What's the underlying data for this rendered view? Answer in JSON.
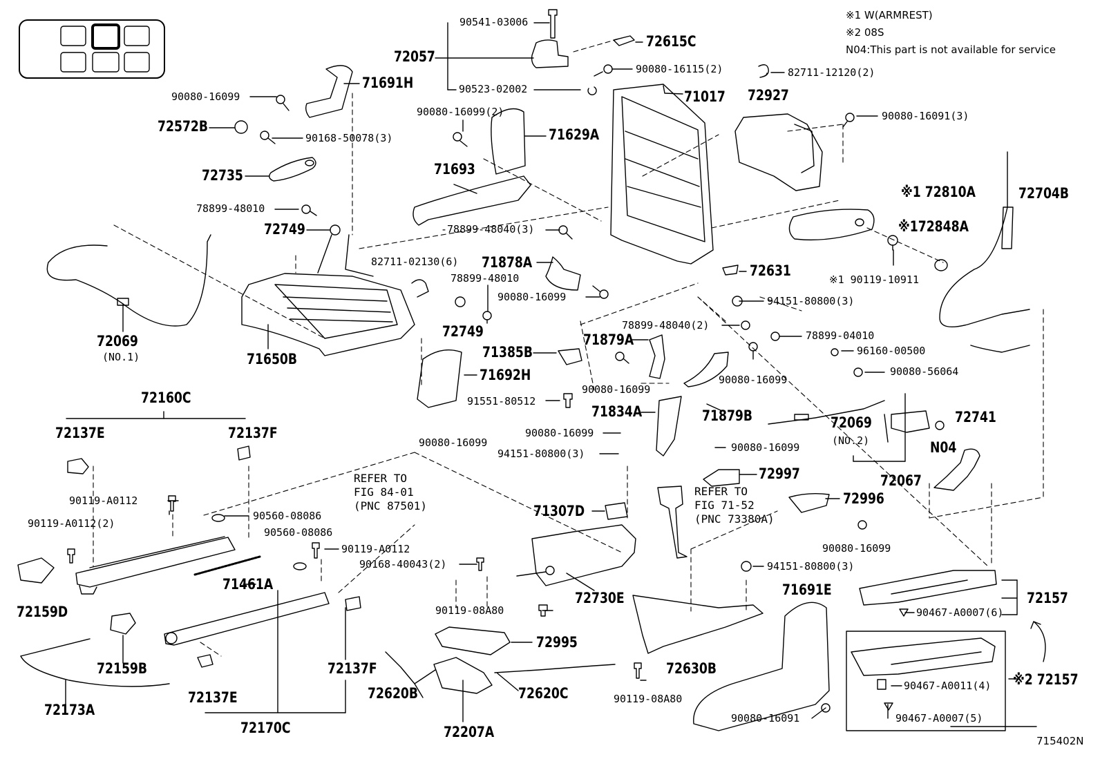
{
  "notes": {
    "n1": "※1 W(ARMREST)",
    "n2": "※2 08S",
    "n3": "N04:This part is not available for service"
  },
  "figure_id": "715402N",
  "refs": {
    "r1": [
      "REFER TO",
      "FIG 84-01",
      "(PNC 87501)"
    ],
    "r2": [
      "REFER TO",
      "FIG 71-52",
      "(PNC 73380A)"
    ]
  },
  "labels": {
    "l_90541_03006": "90541-03006",
    "l_72057": "72057",
    "l_72615c": "72615C",
    "l_90080_16115_2": "90080-16115(2)",
    "l_90523_02002": "90523-02002",
    "l_82711_12120_2": "82711-12120(2)",
    "l_71691h": "71691H",
    "l_90080_16099_a": "90080-16099",
    "l_72572b": "72572B",
    "l_90168_50078_3": "90168-50078(3)",
    "l_90080_16099_2": "90080-16099(2)",
    "l_71629a": "71629A",
    "l_71017": "71017",
    "l_72927": "72927",
    "l_90080_16091_3": "90080-16091(3)",
    "l_72735": "72735",
    "l_71693": "71693",
    "l_72810a": "※1 72810A",
    "l_72704b": "72704B",
    "l_78899_48010_a": "78899-48010",
    "l_72749_a": "72749",
    "l_78899_48040_3": "-78899-48040(3)",
    "l_72848a": "※172848A",
    "l_82711_02130_6": "82711-02130(6)",
    "l_71878a": "71878A",
    "l_72631": "72631",
    "l_90119_10911": "※1 90119-10911",
    "l_78899_48010_b": "78899-48010",
    "l_90080_16099_b": "90080-16099",
    "l_94151_80800_3a": "94151-80800(3)",
    "l_72069_a": "72069",
    "l_72069_a_sub": "(NO.1)",
    "l_71650b": "71650B",
    "l_72749_b": "72749",
    "l_78899_48040_2": "78899-48040(2)",
    "l_78899_04010": "78899-04010",
    "l_71385b": "71385B",
    "l_71879a": "71879A",
    "l_96160_00500": "96160-00500",
    "l_72160c": "72160C",
    "l_71692h": "71692H",
    "l_90080_16099_c": "90080-16099",
    "l_90080_16099_d": "90080-16099",
    "l_90080_56064": "90080-56064",
    "l_91551_80512": "91551-80512",
    "l_72137e_a": "72137E",
    "l_72137f_a": "72137F",
    "l_90080_16099_e": "90080-16099",
    "l_71834a": "71834A",
    "l_71879b": "71879B",
    "l_72069_b": "72069",
    "l_72069_b_sub": "(NO.2)",
    "l_72741": "72741",
    "l_90080_16099_f": "90080-16099",
    "l_94151_80800_3b": "94151-80800(3)",
    "l_90080_16099_g": "90080-16099",
    "l_n04": "N04",
    "l_72997": "72997",
    "l_72067": "72067",
    "l_90119_a0112_a": "90119-A0112",
    "l_90119_a0112_2": "90119-A0112(2)",
    "l_90560_08086_a": "90560-08086",
    "l_71307d": "71307D",
    "l_72996": "72996",
    "l_90560_08086_b": "90560-08086",
    "l_90119_a0112_b": "90119-A0112",
    "l_90080_16099_h": "90080-16099",
    "l_90168_40043_2": "90168-40043(2)",
    "l_94151_80800_3c": "94151-80800(3)",
    "l_71461a": "71461A",
    "l_72730e": "72730E",
    "l_71691e": "71691E",
    "l_72157_a": "72157",
    "l_72159d": "72159D",
    "l_90467_a0007_6": "90467-A0007(6)",
    "l_90119_08a80_a": "90119-08A80",
    "l_72995": "72995",
    "l_72159b": "72159B",
    "l_72137f_b": "72137F",
    "l_72630b": "72630B",
    "l_90467_a0011_4": "90467-A0011(4)",
    "l_72157_b": "※2 72157",
    "l_72620b": "72620B",
    "l_72620c": "72620C",
    "l_90119_08a80_b": "90119-08A80",
    "l_72173a": "72173A",
    "l_72137e_b": "72137E",
    "l_90467_a0007_5": "90467-A0007(5)",
    "l_90080_16091": "90080-16091",
    "l_72170c": "72170C",
    "l_72207a": "72207A"
  }
}
